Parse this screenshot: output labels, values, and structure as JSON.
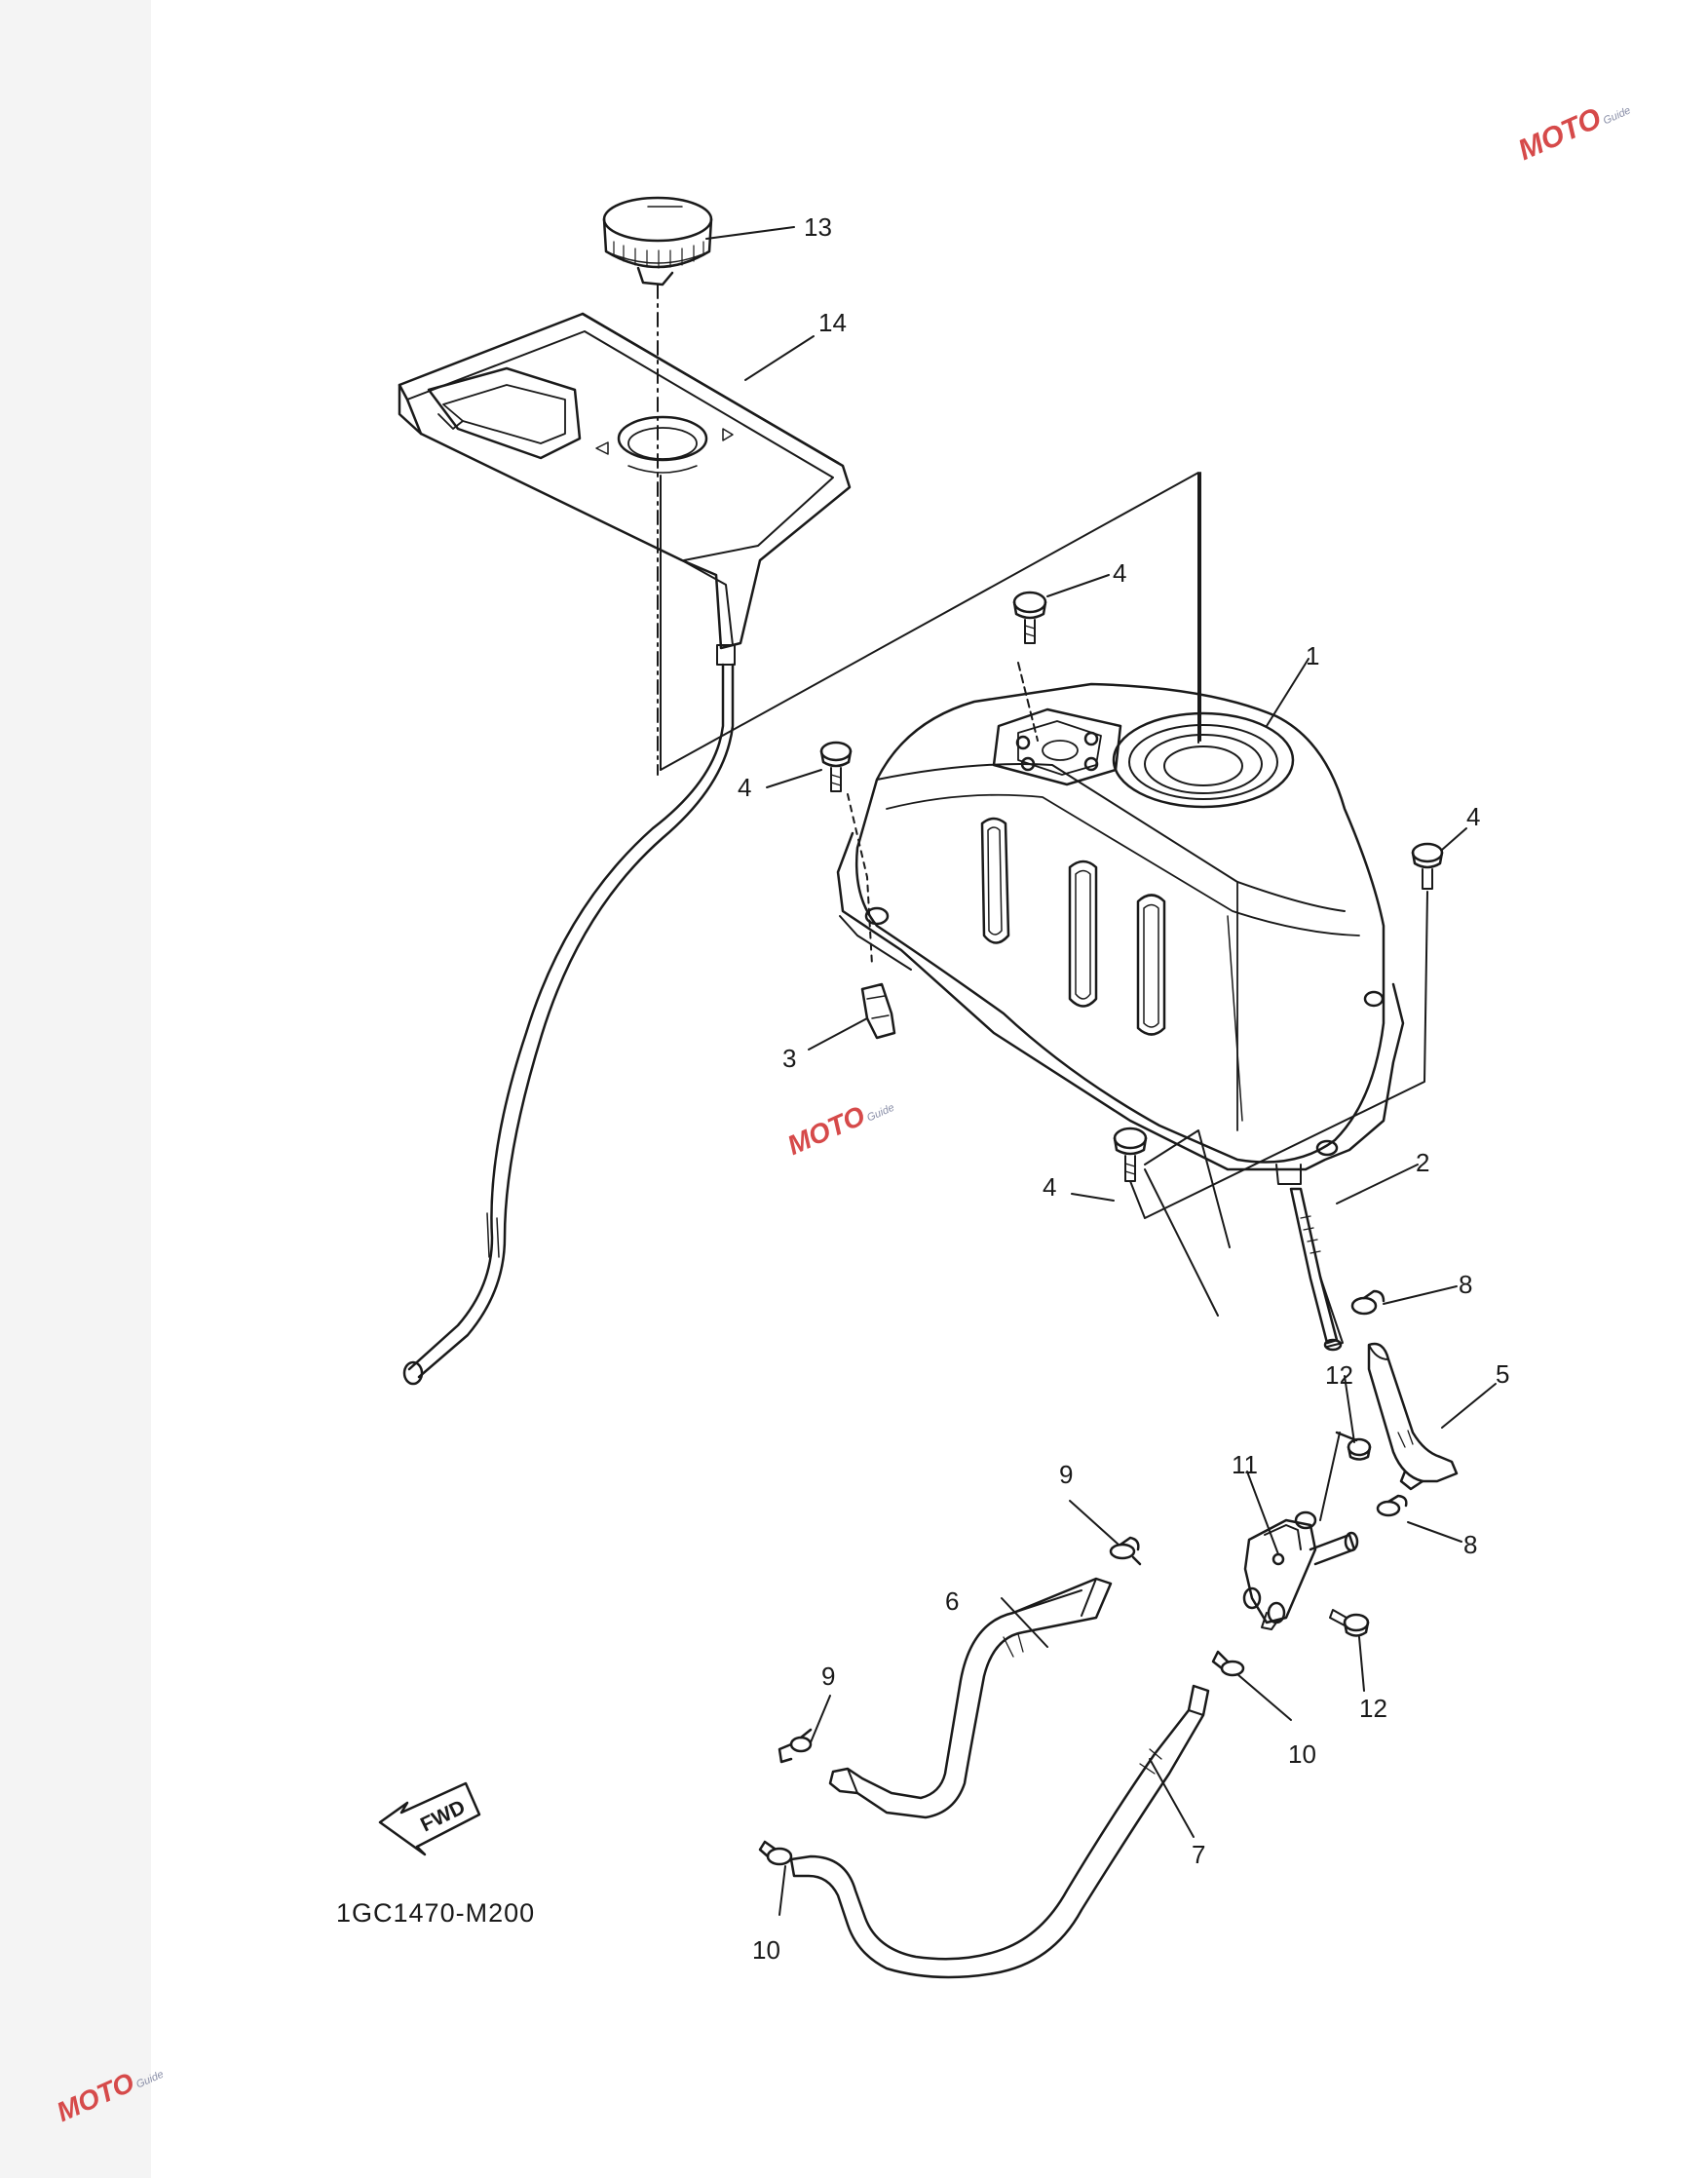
{
  "diagram": {
    "code": "1GC1470-M200",
    "fwd_label": "FWD",
    "callouts": [
      "1",
      "2",
      "3",
      "4",
      "5",
      "6",
      "7",
      "8",
      "9",
      "10",
      "11",
      "12",
      "13",
      "14"
    ]
  },
  "watermark": {
    "text": "MOTO",
    "sub": "Guide"
  },
  "colors": {
    "line": "#1a1a1a",
    "background": "#ffffff",
    "watermark_red": "#d64a4a",
    "watermark_blue": "#8a8fa8"
  }
}
